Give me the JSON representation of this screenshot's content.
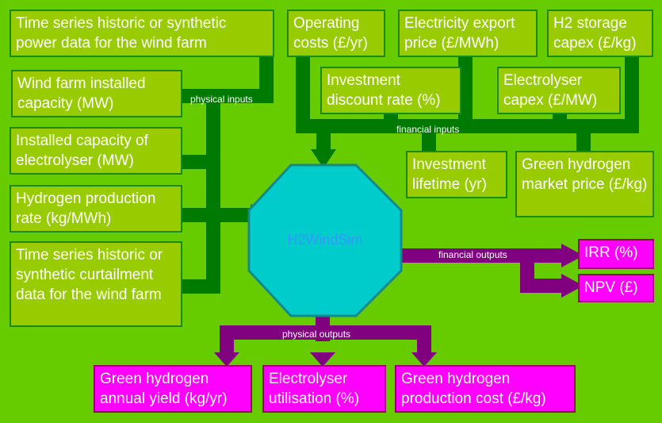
{
  "physical_inputs": [
    "Time series historic or synthetic power data for the wind farm",
    "Wind farm installed capacity (MW)",
    "Installed capacity of electrolyser (MW)",
    "Hydrogen production rate (kg/MWh)",
    "Time series historic or synthetic curtailment data for the wind farm"
  ],
  "financial_inputs": [
    "Operating costs (£/yr)",
    "Electricity export price (£/MWh)",
    "H2 storage capex (£/kg)",
    "Investment discount rate (%)",
    "Electrolyser capex (£/MW)",
    "Investment lifetime (yr)",
    "Green hydrogen market price (£/kg)"
  ],
  "core": "H2WindSim",
  "labels": {
    "physical_inputs": "physical inputs",
    "financial_inputs": "financial inputs",
    "financial_outputs": "financial outputs",
    "physical_outputs": "physical outputs"
  },
  "financial_outputs": [
    "IRR (%)",
    "NPV (£)"
  ],
  "physical_outputs": [
    "Green hydrogen annual yield (kg/yr)",
    "Electrolyser utilisation (%)",
    "Green hydrogen production cost (£/kg)"
  ],
  "colors": {
    "background": "#66cc00",
    "input_box": "#99cc00",
    "input_connector": "#007a00",
    "output_box": "#ff00ff",
    "output_connector": "#800080",
    "core_fill": "#00cccc",
    "core_text": "#3399ff"
  }
}
